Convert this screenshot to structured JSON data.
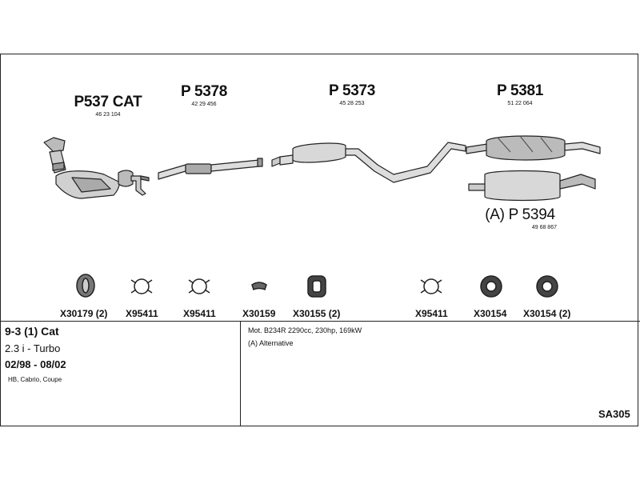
{
  "parts": [
    {
      "code": "P537 CAT",
      "number": "46 23 104"
    },
    {
      "code": "P 5378",
      "number": "42 29 456"
    },
    {
      "code": "P 5373",
      "number": "45 28 253"
    },
    {
      "code": "P 5381",
      "number": "51 22 064"
    },
    {
      "code": "(A) P 5394",
      "number": "49 68 867"
    }
  ],
  "fittings": [
    {
      "label": "X30179 (2)",
      "icon": "rubber-hanger-icon"
    },
    {
      "label": "X95411",
      "icon": "pipe-clamp-icon"
    },
    {
      "label": "X95411",
      "icon": "pipe-clamp-icon"
    },
    {
      "label": "X30159",
      "icon": "gasket-icon"
    },
    {
      "label": "X30155 (2)",
      "icon": "rubber-mount-icon"
    },
    {
      "label": "X95411",
      "icon": "pipe-clamp-icon"
    },
    {
      "label": "X30154",
      "icon": "rubber-ring-icon"
    },
    {
      "label": "X30154 (2)",
      "icon": "rubber-ring-icon"
    }
  ],
  "vehicle": {
    "model": "9-3 (1) Cat",
    "engine": "2.3 i - Turbo",
    "years": "02/98 - 08/02",
    "body": "HB, Cabrio, Coupe"
  },
  "notes": {
    "motor": "Mot. B234R 2290cc, 230hp, 169kW",
    "alternative": "(A) Alternative"
  },
  "system_code": "SA305"
}
